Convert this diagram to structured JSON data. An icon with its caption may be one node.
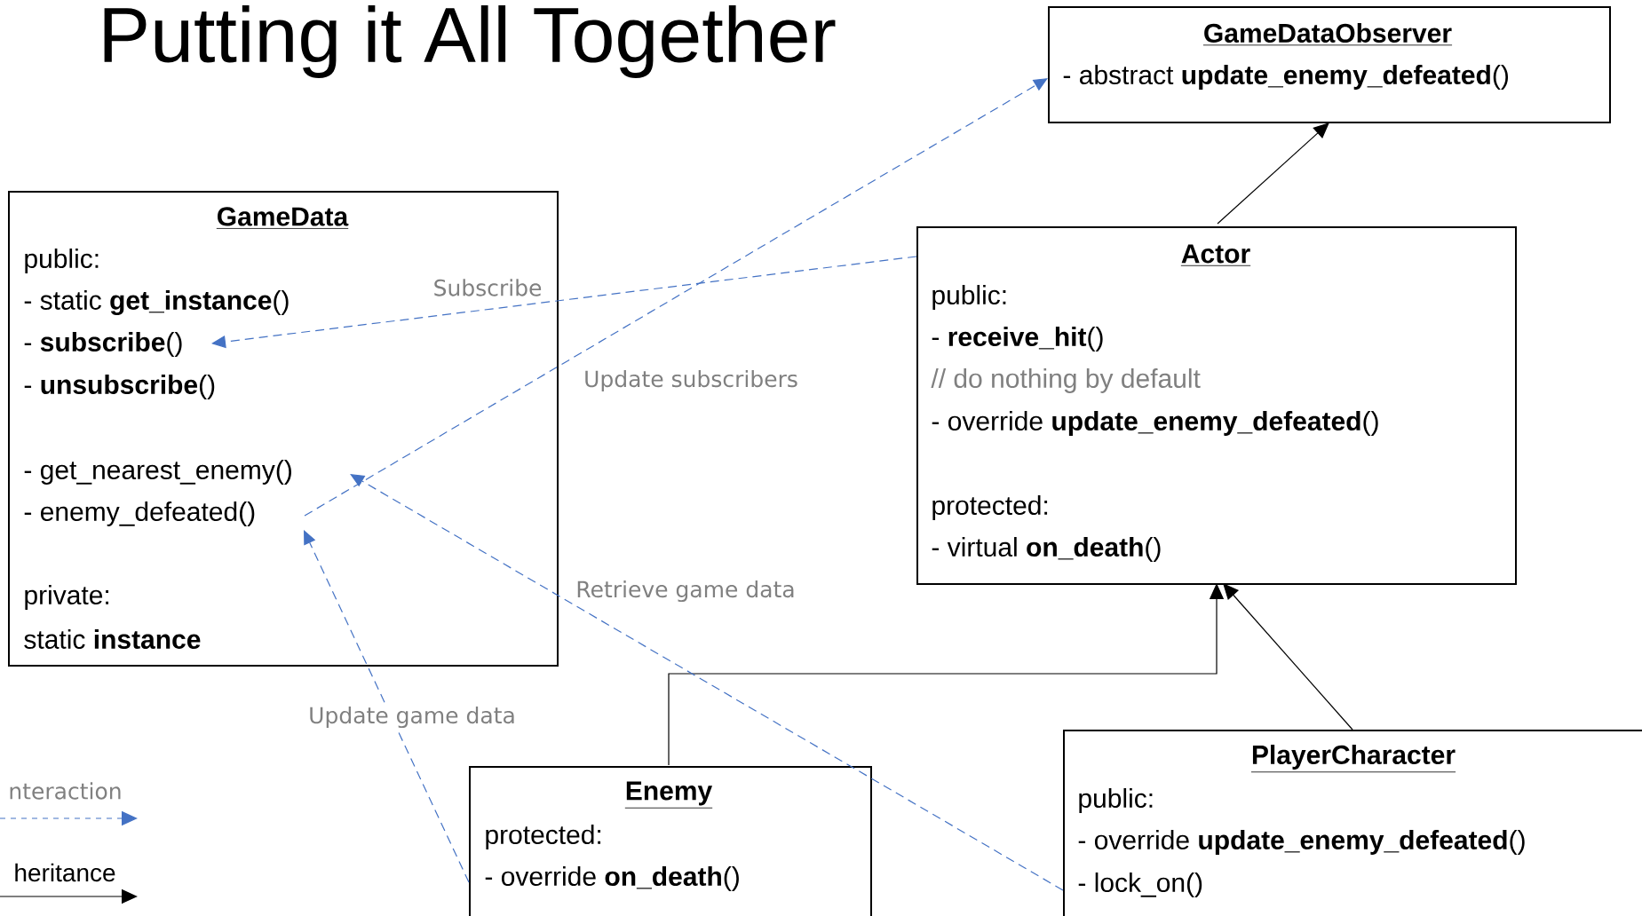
{
  "diagram": {
    "title": "Putting it All Together",
    "nodes": [
      {
        "text": [
          "GameDataObserver",
          "- abstract **update_enemy_defeated**()"
        ]
      },
      {
        "text": [
          "GameData",
          "public:",
          "- static **get_instance**()",
          "- **subscribe**()",
          "- **unsubscribe**()",
          "- get_nearest_enemy()",
          "- enemy_defeated()",
          "private:",
          "static **instance**"
        ]
      },
      {
        "text": [
          "Actor",
          "public:",
          "- **receive_hit**()",
          "// do nothing by default",
          "- override **update_enemy_defeated**()",
          "protected:",
          "- virtual **on_death**()"
        ]
      },
      {
        "text": [
          "Enemy",
          "protected:",
          "- override **on_death**()"
        ]
      },
      {
        "text": [
          "PlayerCharacter",
          "public:",
          "- override **update_enemy_defeated**()",
          "- lock_on()"
        ]
      }
    ],
    "edges": [
      {
        "from": 2,
        "to": 0,
        "arrow": "to",
        "color": "#000000"
      },
      {
        "from": 3,
        "to": 2,
        "arrow": "to",
        "color": "#000000"
      },
      {
        "from": 4,
        "to": 2,
        "arrow": "to",
        "color": "#000000"
      },
      {
        "from": 2,
        "to": 1,
        "arrow": "to",
        "label": "Subscribe",
        "style": "dashed",
        "color": "#4472c4"
      },
      {
        "from": 1,
        "to": 0,
        "arrow": "to",
        "label": "Update subscribers",
        "style": "dashed",
        "color": "#4472c4"
      },
      {
        "from": 4,
        "to": 1,
        "arrow": "to",
        "label": "Retrieve game data",
        "style": "dashed",
        "color": "#4472c4"
      },
      {
        "from": 3,
        "to": 1,
        "arrow": "to",
        "label": "Update game data",
        "style": "dashed",
        "color": "#4472c4"
      }
    ],
    "legend": [
      {
        "text": "nteraction"
      },
      {
        "text": "heritance"
      }
    ]
  }
}
